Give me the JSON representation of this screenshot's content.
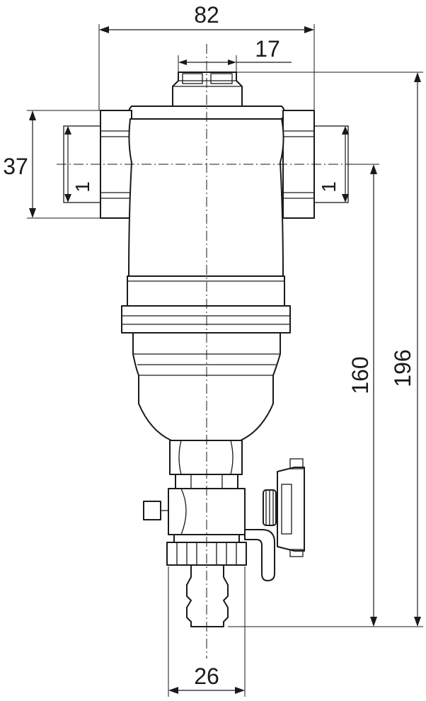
{
  "dimensions": {
    "overall_width": "82",
    "top_cap_width": "17",
    "port_height": "37",
    "thread_left": "1",
    "thread_right": "1",
    "port_to_bottom": "160",
    "overall_height": "196",
    "outlet_width": "26"
  }
}
